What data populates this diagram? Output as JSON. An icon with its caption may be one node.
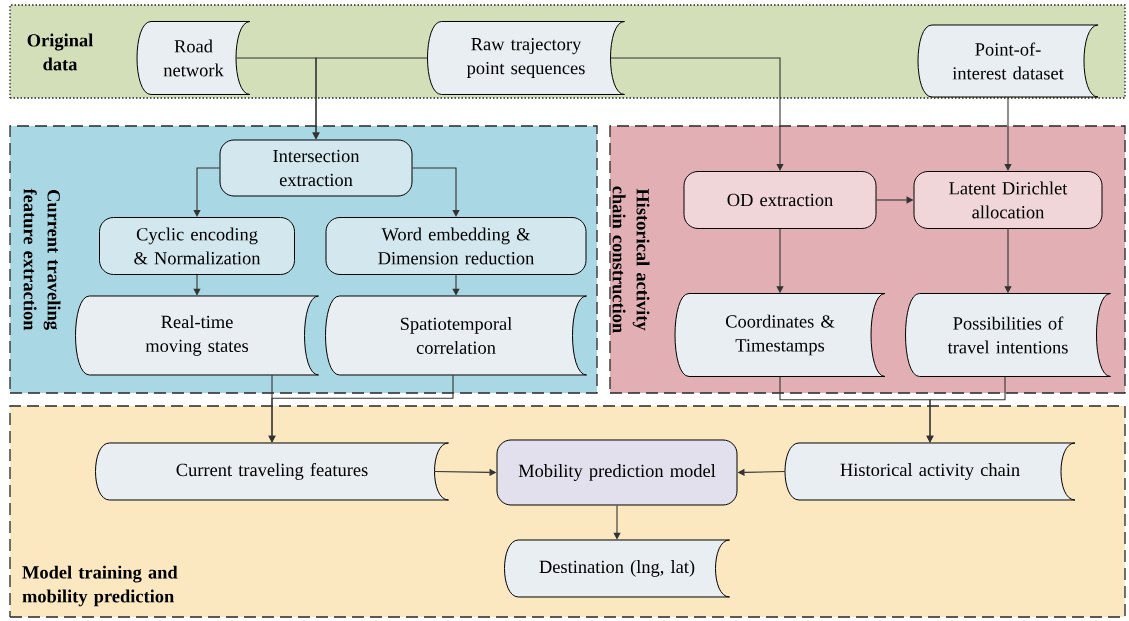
{
  "diagram": {
    "nodes": [
      {
        "text": [
          "Original data"
        ]
      },
      {
        "text": [
          "Road network"
        ],
        "in": 0
      },
      {
        "text": [
          "Raw trajectory point sequences"
        ],
        "in": 0
      },
      {
        "text": [
          "Point-of-interest dataset"
        ],
        "in": 0
      },
      {
        "text": [
          "Current traveling feature extraction"
        ]
      },
      {
        "text": [
          "Intersection extraction"
        ],
        "in": 4
      },
      {
        "text": [
          "Cyclic encoding & Normalization"
        ],
        "in": 4
      },
      {
        "text": [
          "Word embedding & Dimension reduction"
        ],
        "in": 4
      },
      {
        "text": [
          "Real-time moving states"
        ],
        "in": 4
      },
      {
        "text": [
          "Spatiotemporal correlation"
        ],
        "in": 4
      },
      {
        "text": [
          "Historical activity chain construction"
        ]
      },
      {
        "text": [
          "OD extraction"
        ],
        "in": 10
      },
      {
        "text": [
          "Latent Dirichlet allocation"
        ],
        "in": 10
      },
      {
        "text": [
          "Coordinates & Timestamps"
        ],
        "in": 10
      },
      {
        "text": [
          "Possibilities of travel intentions"
        ],
        "in": 10
      },
      {
        "text": [
          "Model training and mobility prediction"
        ]
      },
      {
        "text": [
          "Current traveling features"
        ],
        "in": 15
      },
      {
        "text": [
          "Mobility prediction model"
        ],
        "in": 15
      },
      {
        "text": [
          "Historical activity chain"
        ],
        "in": 15
      },
      {
        "text": [
          "Destination (lng, lat)"
        ],
        "in": 15
      }
    ],
    "edges": [
      {
        "from": 1,
        "to": 5,
        "arrow": "to"
      },
      {
        "from": 2,
        "to": 5,
        "arrow": "to"
      },
      {
        "from": 2,
        "to": 11,
        "arrow": "to"
      },
      {
        "from": 3,
        "to": 12,
        "arrow": "to"
      },
      {
        "from": 5,
        "to": 6,
        "arrow": "to"
      },
      {
        "from": 5,
        "to": 7,
        "arrow": "to"
      },
      {
        "from": 6,
        "to": 8,
        "arrow": "to"
      },
      {
        "from": 7,
        "to": 9,
        "arrow": "to"
      },
      {
        "from": 11,
        "to": 12,
        "arrow": "to"
      },
      {
        "from": 11,
        "to": 13,
        "arrow": "to"
      },
      {
        "from": 12,
        "to": 14,
        "arrow": "to"
      },
      {
        "from": 8,
        "to": 16,
        "arrow": "to"
      },
      {
        "from": 9,
        "to": 16,
        "arrow": "to"
      },
      {
        "from": 13,
        "to": 18,
        "arrow": "to"
      },
      {
        "from": 14,
        "to": 18,
        "arrow": "to"
      },
      {
        "from": 16,
        "to": 17,
        "arrow": "to"
      },
      {
        "from": 18,
        "to": 17,
        "arrow": "to"
      },
      {
        "from": 17,
        "to": 19,
        "arrow": "to"
      }
    ]
  }
}
